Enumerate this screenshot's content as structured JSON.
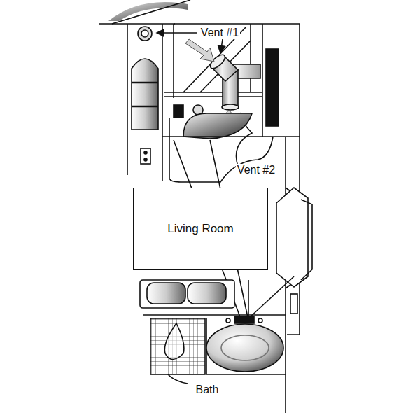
{
  "diagram": {
    "nodes": [
      {
        "text": [
          "Living Room"
        ]
      }
    ],
    "labels": [
      "Vent #1",
      "Vent #2",
      "Bath"
    ]
  }
}
